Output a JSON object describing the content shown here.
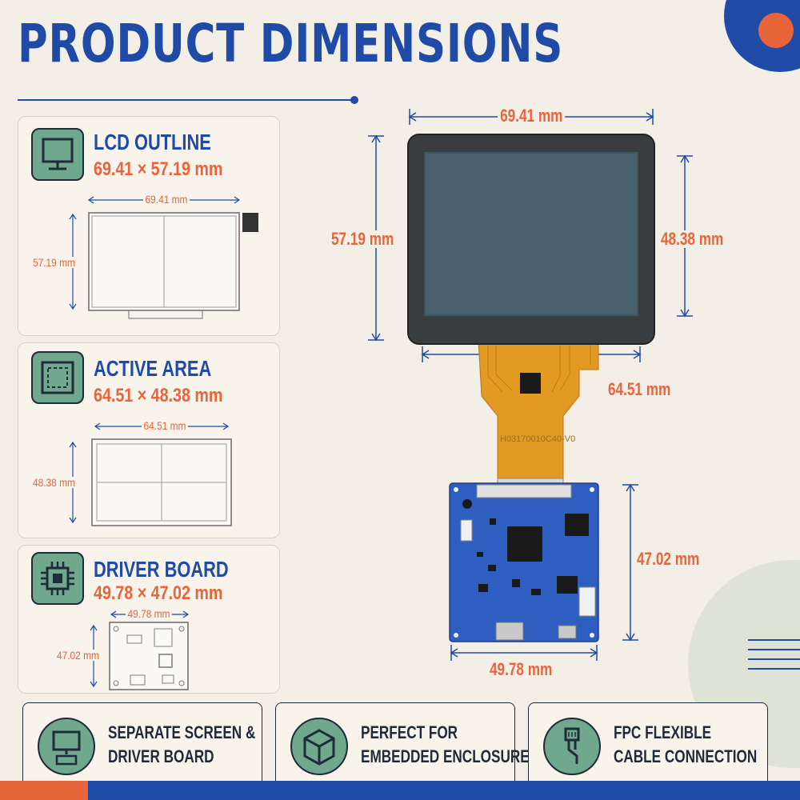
{
  "header": {
    "title": "PRODUCT DIMENSIONS"
  },
  "cards": [
    {
      "title": "LCD OUTLINE",
      "dims": "69.41 × 57.19 mm",
      "width_label": "69.41 mm",
      "height_label": "57.19 mm",
      "icon": "monitor-icon"
    },
    {
      "title": "ACTIVE AREA",
      "dims": "64.51 × 48.38 mm",
      "width_label": "64.51 mm",
      "height_label": "48.38 mm",
      "icon": "dashed-square-icon"
    },
    {
      "title": "DRIVER BOARD",
      "dims": "49.78 × 47.02 mm",
      "width_label": "49.78 mm",
      "height_label": "47.02 mm",
      "icon": "chip-icon"
    }
  ],
  "main_diagram": {
    "outline_width": "69.41 mm",
    "outline_height": "57.19 mm",
    "active_height": "48.38 mm",
    "active_width": "64.51 mm",
    "board_height": "47.02 mm",
    "board_width": "49.78 mm",
    "fpc_code": "H03170010C40-V0"
  },
  "features": [
    {
      "line1": "SEPARATE SCREEN &",
      "line2": "DRIVER BOARD",
      "icon": "screen-board-icon"
    },
    {
      "line1": "PERFECT FOR",
      "line2": "EMBEDDED ENCLOSURE",
      "icon": "box-icon"
    },
    {
      "line1": "FPC FLEXIBLE",
      "line2": "CABLE CONNECTION",
      "icon": "cable-icon"
    }
  ],
  "colors": {
    "blue": "#1f4aa6",
    "orange": "#e8643a",
    "green": "#6fa88c",
    "pcb": "#2e5fc0",
    "fpc": "#e39a22"
  }
}
